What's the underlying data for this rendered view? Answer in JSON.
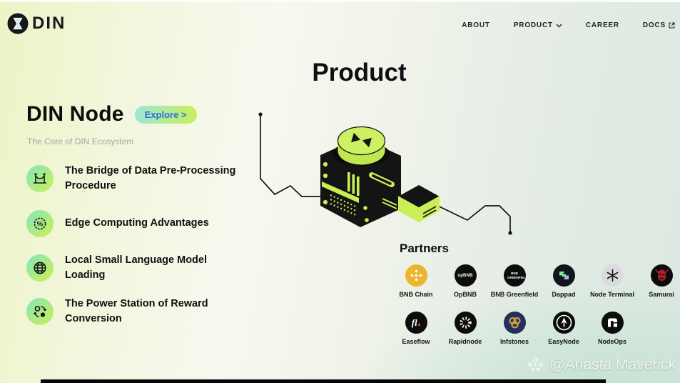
{
  "header": {
    "brand": "DIN",
    "nav": [
      {
        "label": "ABOUT"
      },
      {
        "label": "PRODUCT"
      },
      {
        "label": "CAREER"
      },
      {
        "label": "DOCS"
      }
    ]
  },
  "hero": {
    "section_title": "Product",
    "product_name": "DIN Node",
    "explore_label": "Explore >",
    "tagline": "The Core of DIN Ecosystem",
    "features": [
      {
        "icon": "bridge-icon",
        "label": "The Bridge of Data Pre-Processing Procedure"
      },
      {
        "icon": "percent-gear-icon",
        "label": "Edge Computing Advantages"
      },
      {
        "icon": "globe-icon",
        "label": "Local Small Language Model Loading"
      },
      {
        "icon": "reward-conversion-icon",
        "label": "The Power Station of Reward Conversion"
      }
    ]
  },
  "partners": {
    "title": "Partners",
    "items": [
      {
        "name": "bnb-chain",
        "label": "BNB Chain"
      },
      {
        "name": "opbnb",
        "label": "OpBNB",
        "glyph": "opBNB"
      },
      {
        "name": "bnb-greenfield",
        "label": "BNB Greenfield",
        "glyph": "BNB GREENFIELD"
      },
      {
        "name": "dappad",
        "label": "Dappad"
      },
      {
        "name": "node-terminal",
        "label": "Node Terminal"
      },
      {
        "name": "samurai",
        "label": "Samurai"
      },
      {
        "name": "easeflow",
        "label": "Easeflow",
        "glyph": "fl"
      },
      {
        "name": "rapidnode",
        "label": "Rapidnode"
      },
      {
        "name": "infstones",
        "label": "Infstones"
      },
      {
        "name": "easynode",
        "label": "EasyNode"
      },
      {
        "name": "nodeops",
        "label": "NodeOps"
      }
    ]
  },
  "watermark": {
    "text": "@Anasta Maverick"
  },
  "colors": {
    "accent_lime": "#c9ef55",
    "accent_mint": "#9de7d7",
    "explore_text_blue": "#2e6de0",
    "feature_icon_gradient": [
      "#82e6be",
      "#ccf053"
    ],
    "bnb_gold": "#ecb42f",
    "infstones_navy": "#22305c",
    "samurai_red": "#b3222a",
    "background_left": "#edf4c5",
    "background_right": "#dbe8e0",
    "ink": "#0c0c0c"
  }
}
